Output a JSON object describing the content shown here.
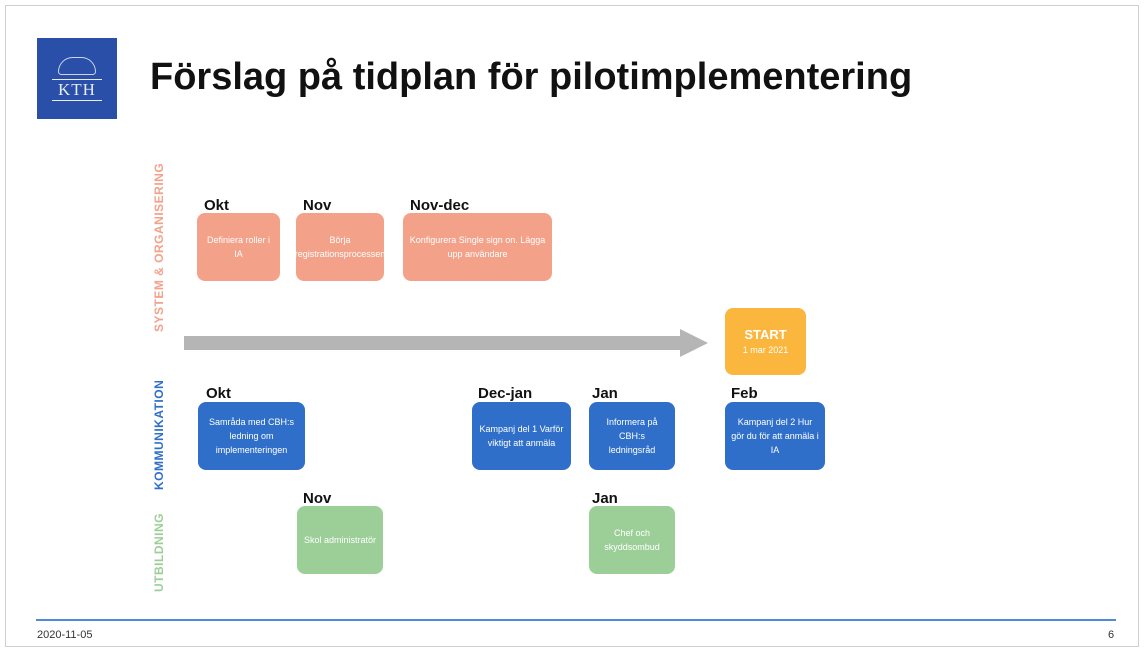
{
  "title": "Förslag på tidplan för pilotimplementering",
  "logo": {
    "text": "KTH"
  },
  "colors": {
    "system": "#f4a18a",
    "kommunikation": "#2f6fc9",
    "utbildning": "#9ccf98",
    "start": "#fbb63e",
    "arrow": "#b5b5b5",
    "footer_line": "#4f8ad8"
  },
  "lanes": {
    "system": "SYSTEM & ORGANISERING",
    "kommunikation": "KOMMUNIKATION",
    "utbildning": "UTBILDNING"
  },
  "system": {
    "m1": "Okt",
    "b1": "Definiera roller i IA",
    "m2": "Nov",
    "b2": "Börja registrationsprocessen",
    "m3": "Nov-dec",
    "b3": "Konfigurera Single sign on. Lägga upp användare"
  },
  "start": {
    "label": "START",
    "sub": "1 mar 2021"
  },
  "kommunikation": {
    "m1": "Okt",
    "b1": "Samråda med CBH:s ledning om implementeringen",
    "m2": "Dec-jan",
    "b2": "Kampanj del 1 Varför viktigt att anmäla",
    "m3": "Jan",
    "b3": "Informera på CBH:s ledningsråd",
    "m4": "Feb",
    "b4": "Kampanj del 2 Hur gör du för att anmäla i IA"
  },
  "utbildning": {
    "m1": "Nov",
    "b1": "Skol administratör",
    "m2": "Jan",
    "b2": "Chef och skyddsombud"
  },
  "footer": {
    "date": "2020-11-05",
    "page": "6"
  }
}
